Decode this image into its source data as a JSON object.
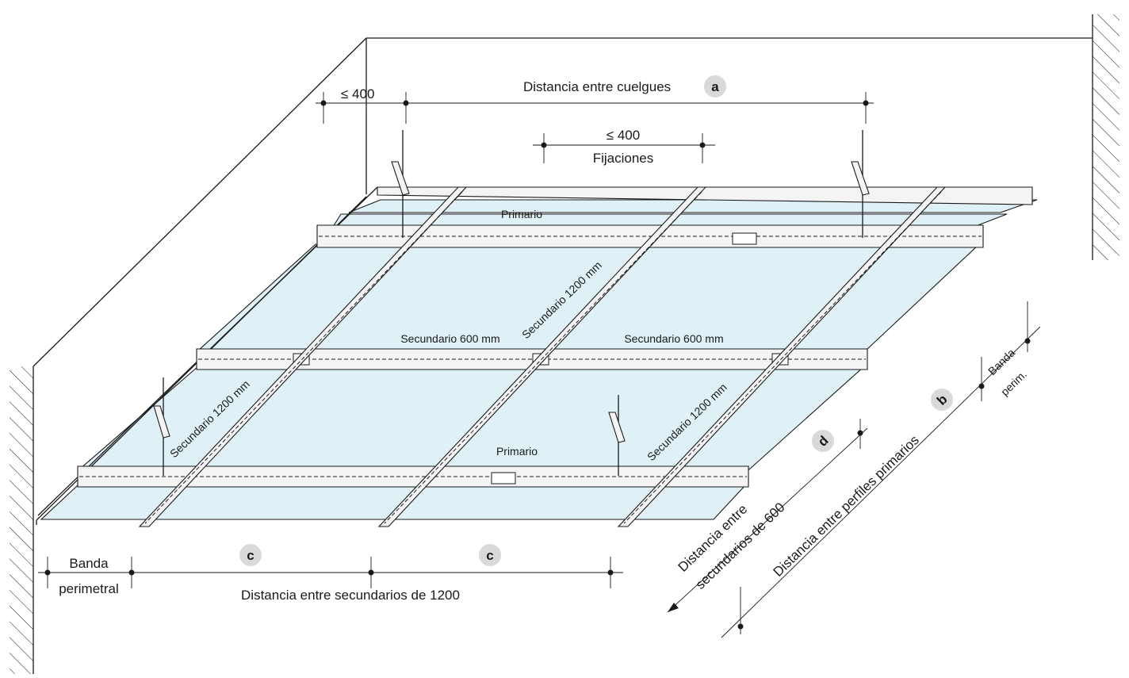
{
  "labels": {
    "max_400_top": "≤ 400",
    "distancia_cuelgues": "Distancia entre cuelgues",
    "max_400_fix": "≤ 400",
    "fijaciones": "Fijaciones",
    "primario_top": "Primario",
    "primario_bottom": "Primario",
    "sec600_left": "Secundario 600 mm",
    "sec600_right": "Secundario 600 mm",
    "sec1200_center": "Secundario 1200 mm",
    "sec1200_left": "Secundario 1200 mm",
    "sec1200_right": "Secundario 1200 mm",
    "banda_perimetral_1": "Banda",
    "banda_perimetral_2": "perimetral",
    "dist_sec_1200": "Distancia entre secundarios de 1200",
    "dist_sec_600_1": "Distancia entre",
    "dist_sec_600_2": "secundarios de 600",
    "dist_primarios": "Distancia entre perfiles primarios",
    "banda_perim_1": "Banda",
    "banda_perim_2": "perim."
  },
  "badges": {
    "a": "a",
    "b": "b",
    "c1": "c",
    "c2": "c",
    "d": "d"
  },
  "colors": {
    "panel": "#dff0f7",
    "line": "#1a1a1a",
    "badge_fill": "#d9d9d9"
  }
}
